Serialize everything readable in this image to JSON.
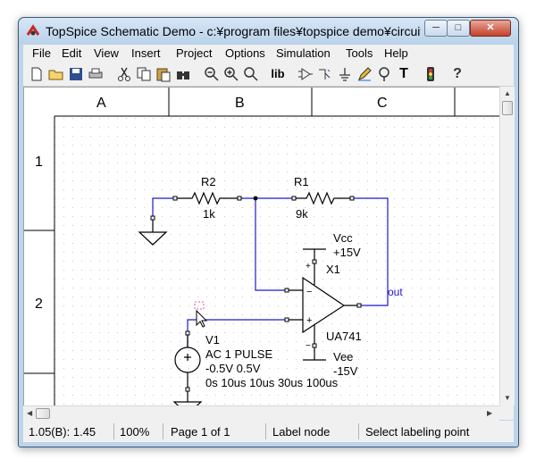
{
  "window": {
    "title": "TopSpice Schematic Demo - c:¥program files¥topspice demo¥circuits..."
  },
  "caption_buttons": {
    "minimize": "─",
    "maximize": "□",
    "close": "✕"
  },
  "menu": [
    "File",
    "Edit",
    "View",
    "Insert",
    "Project",
    "Options",
    "Simulation",
    "Tools",
    "Help"
  ],
  "toolbar": {
    "icons": [
      "new-file-icon",
      "open-folder-icon",
      "save-icon",
      "print-icon",
      "cut-icon",
      "copy-icon",
      "paste-icon",
      "find-icon",
      "zoom-out-icon",
      "zoom-in-icon",
      "zoom-fit-icon",
      "library-icon",
      "opamp-icon",
      "transistor-icon",
      "ground-icon",
      "pencil-icon",
      "label-icon",
      "text-icon",
      "traffic-light-icon",
      "help-icon"
    ],
    "lib_label": "lib",
    "text_label": "T",
    "help_label": "?"
  },
  "schematic": {
    "col_labels": [
      "A",
      "B",
      "C"
    ],
    "row_labels": [
      "1",
      "2"
    ],
    "r2": {
      "name": "R2",
      "value": "1k"
    },
    "r1": {
      "name": "R1",
      "value": "9k"
    },
    "vcc": {
      "name": "Vcc",
      "value": "+15V"
    },
    "vee": {
      "name": "Vee",
      "value": "-15V"
    },
    "opamp": {
      "ref": "X1",
      "model": "UA741",
      "plus_pin": "+",
      "minus_pin": "−",
      "vcc_pin": "+",
      "vee_pin": "−"
    },
    "out_label": "out",
    "v1": {
      "name": "V1",
      "line1": "AC 1   PULSE",
      "line2": "-0.5V 0.5V",
      "line3": "0s 10us 10us 30us 100us"
    }
  },
  "status": {
    "coords": "1.05(B): 1.45",
    "zoom": "100%",
    "page": "Page 1 of 1",
    "mode": "Label node",
    "hint": "Select labeling point"
  },
  "colors": {
    "wire": "#1a1acc",
    "component": "#000000",
    "frame": "#000000",
    "grid_dot": "#c8c8c8"
  }
}
